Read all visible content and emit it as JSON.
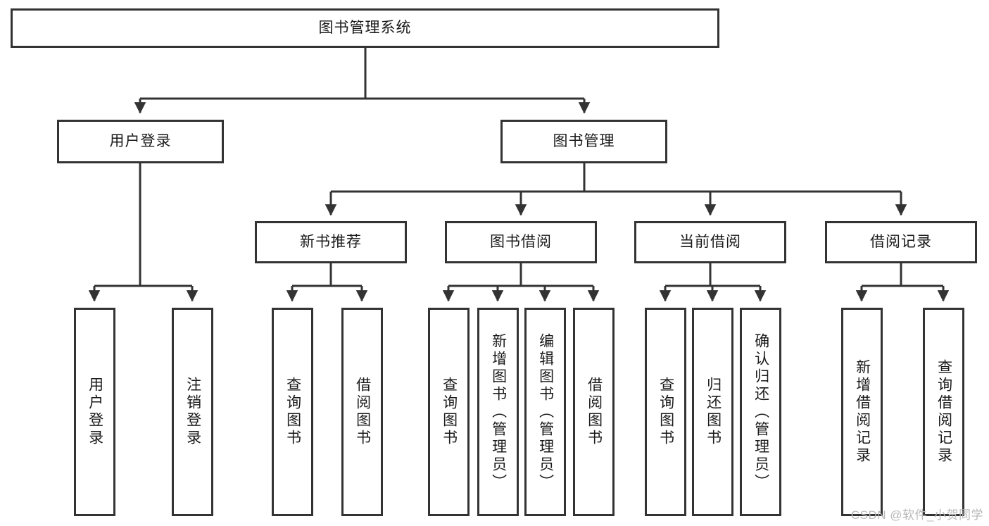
{
  "diagram": {
    "title": "图书管理系统",
    "type": "tree",
    "colors": {
      "node_border": "#333333",
      "node_fill": "#ffffff",
      "edge": "#333333",
      "background": "#ffffff",
      "watermark": "#b8b8b8"
    },
    "root": {
      "label": "图书管理系统"
    },
    "level2": [
      {
        "label": "用户登录"
      },
      {
        "label": "图书管理"
      }
    ],
    "level3": [
      {
        "label": "新书推荐"
      },
      {
        "label": "图书借阅"
      },
      {
        "label": "当前借阅"
      },
      {
        "label": "借阅记录"
      }
    ],
    "leaves": {
      "user_login": [
        {
          "label": "用户登录"
        },
        {
          "label": "注销登录"
        }
      ],
      "new_book_recommend": [
        {
          "label": "查询图书"
        },
        {
          "label": "借阅图书"
        }
      ],
      "book_borrow": [
        {
          "label": "查询图书"
        },
        {
          "label": "新增图书（管理员）"
        },
        {
          "label": "编辑图书（管理员）"
        },
        {
          "label": "借阅图书"
        }
      ],
      "current_borrow": [
        {
          "label": "查询图书"
        },
        {
          "label": "归还图书"
        },
        {
          "label": "确认归还（管理员）"
        }
      ],
      "borrow_record": [
        {
          "label": "新增借阅记录"
        },
        {
          "label": "查询借阅记录"
        }
      ]
    }
  },
  "watermark": {
    "text": "CSDN @软件_小贺同学"
  }
}
